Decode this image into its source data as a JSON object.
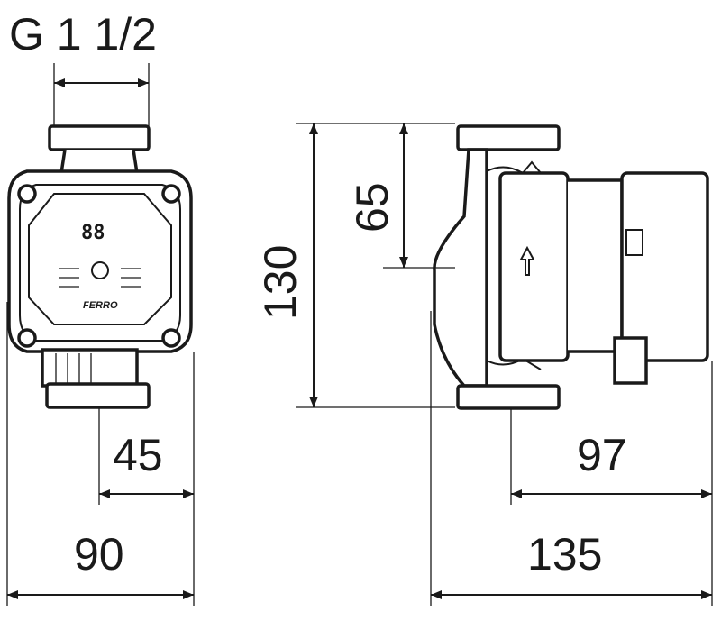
{
  "front_view": {
    "connection_label": "G 1 1/2",
    "brand": "FERRO",
    "display": "88",
    "dim_center_to_side": "45",
    "dim_width": "90"
  },
  "side_view": {
    "dim_height": "130",
    "dim_axis_height": "65",
    "dim_axis_to_back": "97",
    "dim_depth": "135"
  },
  "colors": {
    "line": "#1a1a1a",
    "background": "#ffffff"
  }
}
